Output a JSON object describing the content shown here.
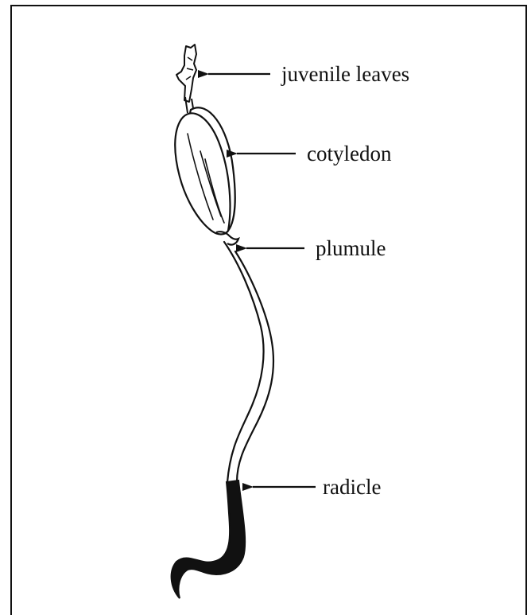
{
  "diagram": {
    "labels": {
      "juvenile_leaves": "juvenile leaves",
      "cotyledon": "cotyledon",
      "plumule": "plumule",
      "radicle": "radicle"
    }
  },
  "colors": {
    "ink": "#111111",
    "background": "#ffffff",
    "radicle_fill": "#111111"
  }
}
